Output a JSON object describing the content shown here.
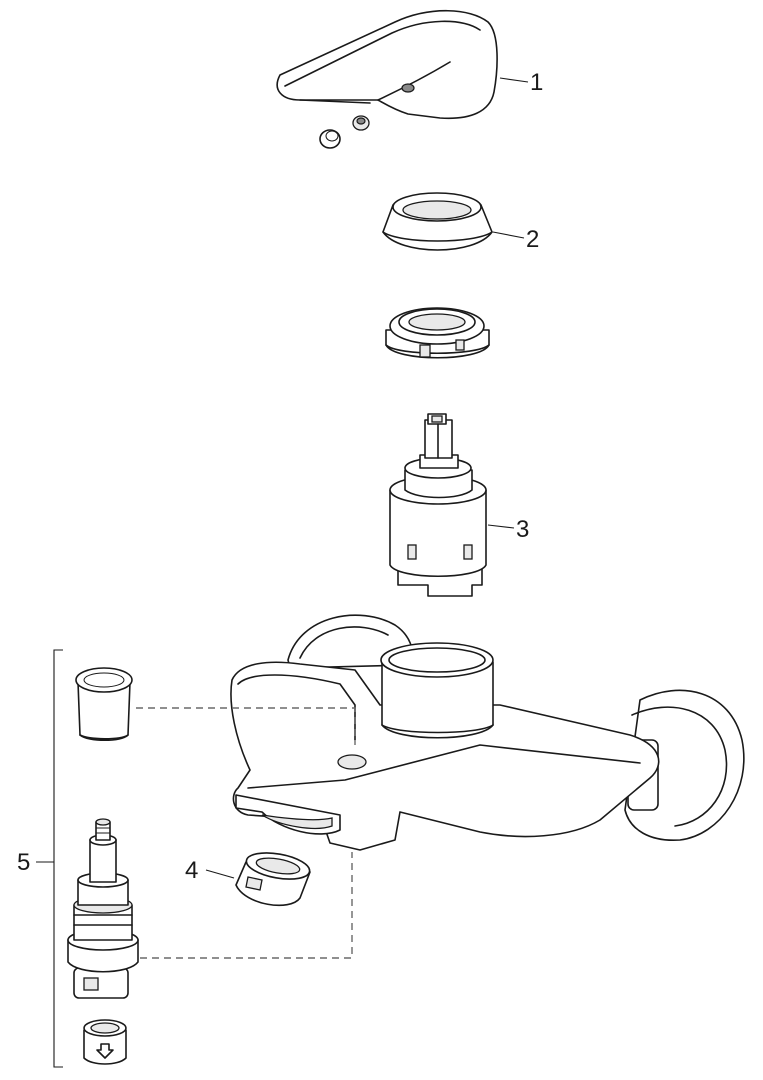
{
  "labels": {
    "part1": "1",
    "part2": "2",
    "part3": "3",
    "part4": "4",
    "part5": "5"
  }
}
